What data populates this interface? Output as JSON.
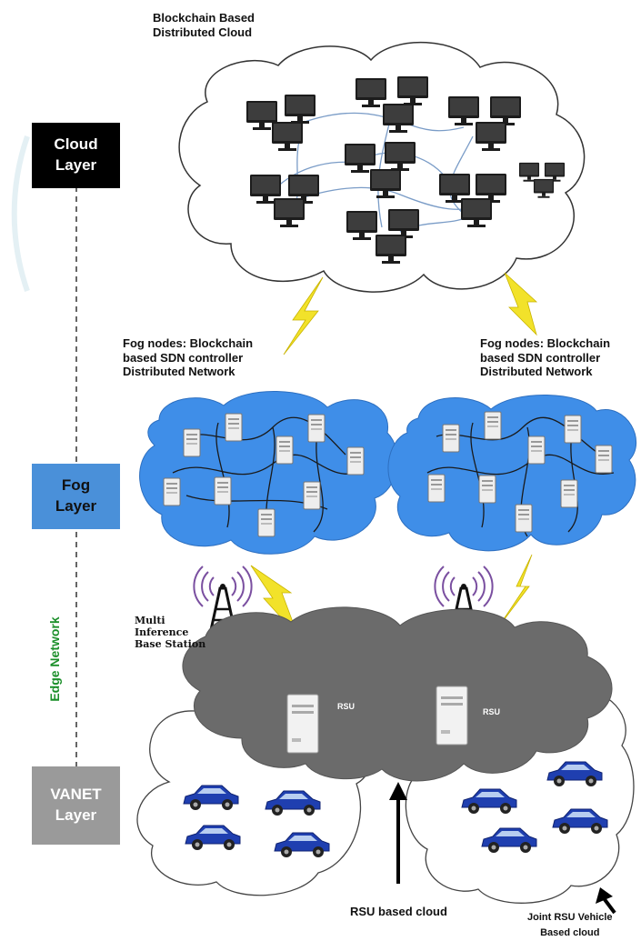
{
  "labels": {
    "cloud_title_line1": "Blockchain Based",
    "cloud_title_line2": "Distributed Cloud",
    "fog_left_line1": "Fog nodes: Blockchain",
    "fog_left_line2": "based SDN controller",
    "fog_left_line3": "Distributed Network",
    "fog_right_line1": "Fog nodes: Blockchain",
    "fog_right_line2": "based SDN controller",
    "fog_right_line3": "Distributed Network",
    "base_station_line1": "Multi",
    "base_station_line2": "Inference",
    "base_station_line3": "Base Station",
    "rsu_left": "RSU",
    "rsu_right": "RSU",
    "rsu_cloud": "RSU based cloud",
    "joint_line1": "Joint RSU Vehicle",
    "joint_line2": "Based cloud"
  },
  "layers": {
    "cloud_line1": "Cloud",
    "cloud_line2": "Layer",
    "fog_line1": "Fog",
    "fog_line2": "Layer",
    "vanet_line1": "VANET",
    "vanet_line2": "Layer",
    "edge_network": "Edge Network"
  },
  "colors": {
    "cloud_layer": "#000000",
    "fog_layer": "#4a90d9",
    "vanet_layer": "#9a9a9a",
    "fog_cloud": "#3f8ee8",
    "rsu_cloud": "#6b6b6b",
    "edge_network_text": "#1b8f2a",
    "lightning": "#f2e22a",
    "car": "#1f3fb0"
  }
}
